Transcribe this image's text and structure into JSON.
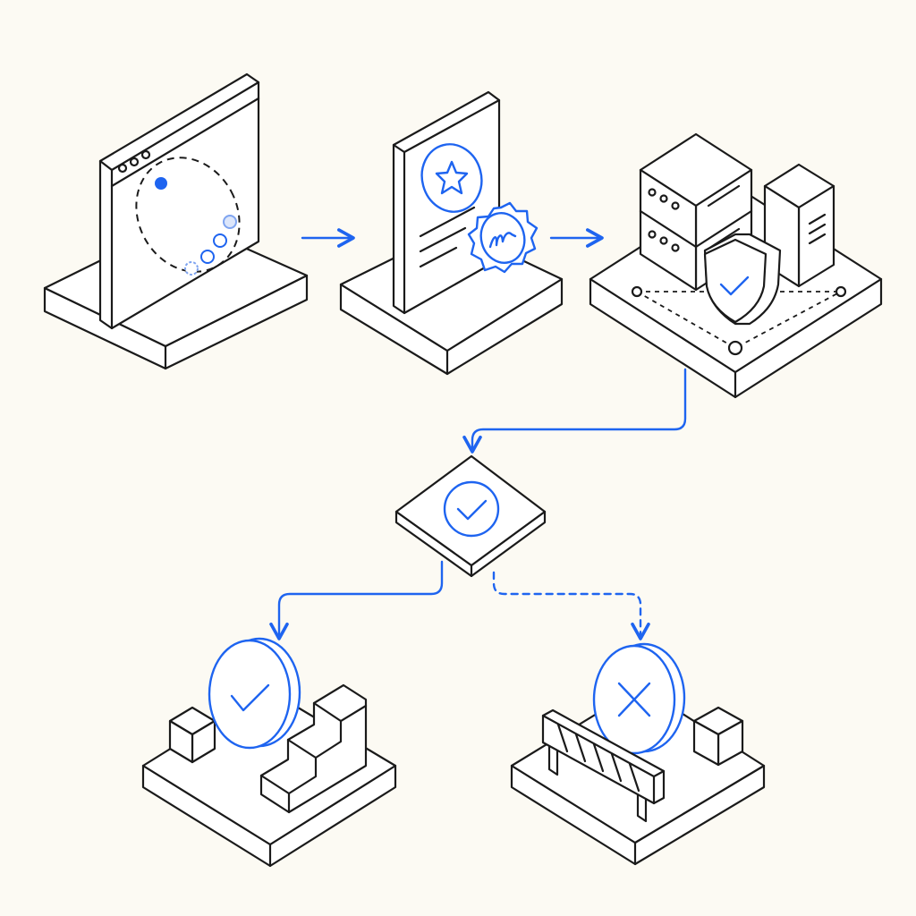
{
  "colors": {
    "background": "#FCFAF3",
    "line": "#1a1a1a",
    "accent": "#1E64F0",
    "surface": "#FFFFFF"
  },
  "diagram": {
    "nodes": [
      {
        "id": "browser-window",
        "icon": "loading-spinner-icon"
      },
      {
        "id": "certificate",
        "icon": "star-badge-icon"
      },
      {
        "id": "server-stack",
        "icon": "shield-check-icon"
      },
      {
        "id": "decision",
        "icon": "check-circle-icon"
      },
      {
        "id": "success-path",
        "icon": "check-coin-icon"
      },
      {
        "id": "blocked-path",
        "icon": "x-coin-icon"
      }
    ],
    "edges": [
      {
        "from": "browser-window",
        "to": "certificate",
        "style": "solid"
      },
      {
        "from": "certificate",
        "to": "server-stack",
        "style": "solid"
      },
      {
        "from": "server-stack",
        "to": "decision",
        "style": "solid"
      },
      {
        "from": "decision",
        "to": "success-path",
        "style": "solid"
      },
      {
        "from": "decision",
        "to": "blocked-path",
        "style": "dashed"
      }
    ]
  }
}
